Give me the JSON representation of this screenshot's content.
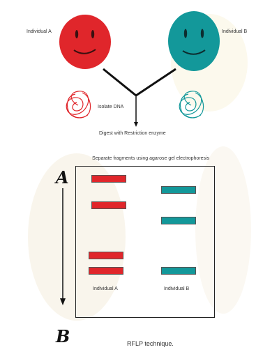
{
  "individual_a_label": "Individual A",
  "individual_b_label": "Individual B",
  "isolate_dna_label": "Isolate DNA",
  "digest_label": "Digest with Restriction enzyme",
  "separate_label": "Separate fragments using agarose gel electrophoresis",
  "lane_a_label": "Individual A",
  "lane_b_label": "Individual B",
  "top_letter": "A",
  "bottom_letter": "B",
  "caption": "RFLP technique.",
  "colors": {
    "individual_a": "#e0262b",
    "individual_b": "#13989a"
  }
}
